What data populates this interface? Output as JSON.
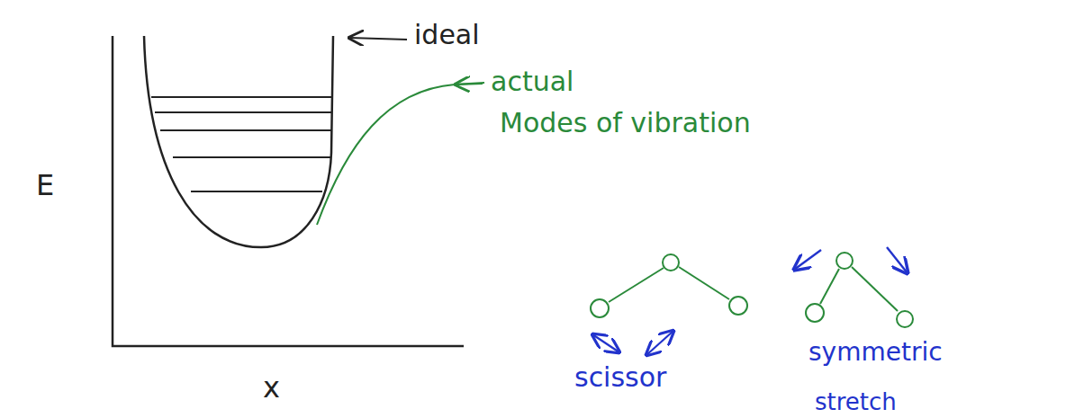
{
  "diagram": {
    "labels": [
      "ideal",
      "actual",
      "Modes of vibration",
      "E",
      "x",
      "scissor",
      "symmetric",
      "stretch"
    ]
  }
}
